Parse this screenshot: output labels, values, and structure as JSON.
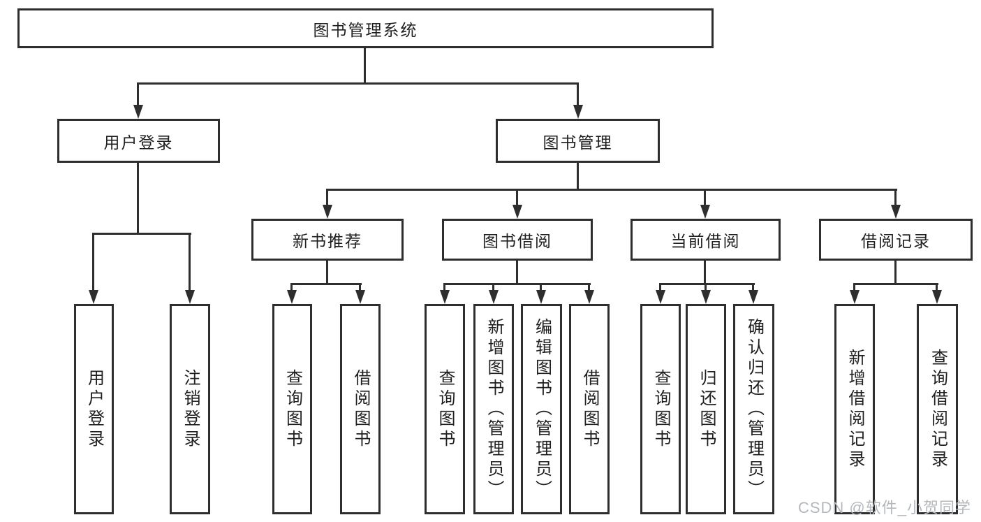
{
  "colors": {
    "line": "#2e2e2e",
    "text": "#1f1f1f",
    "background": "#ffffff",
    "watermark": "#b4b8bd"
  },
  "tree": {
    "label": "图书管理系统",
    "children": [
      {
        "label": "用户登录",
        "children": [
          {
            "label": "用户登录"
          },
          {
            "label": "注销登录"
          }
        ]
      },
      {
        "label": "图书管理",
        "children": [
          {
            "label": "新书推荐",
            "children": [
              {
                "label": "查询图书"
              },
              {
                "label": "借阅图书"
              }
            ]
          },
          {
            "label": "图书借阅",
            "children": [
              {
                "label": "查询图书"
              },
              {
                "label": "新增图书（管理员）"
              },
              {
                "label": "编辑图书（管理员）"
              },
              {
                "label": "借阅图书"
              }
            ]
          },
          {
            "label": "当前借阅",
            "children": [
              {
                "label": "查询图书"
              },
              {
                "label": "归还图书"
              },
              {
                "label": "确认归还（管理员）"
              }
            ]
          },
          {
            "label": "借阅记录",
            "children": [
              {
                "label": "新增借阅记录"
              },
              {
                "label": "查询借阅记录"
              }
            ]
          }
        ]
      }
    ]
  },
  "watermark": {
    "text": "CSDN @软件_小贺同学"
  }
}
